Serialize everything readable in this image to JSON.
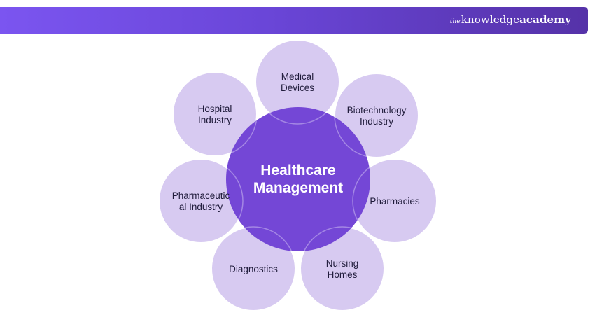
{
  "header": {
    "brand_prefix": "the",
    "brand_main": "knowledge",
    "brand_bold": "academy"
  },
  "diagram": {
    "center": {
      "line1": "Healthcare",
      "line2": "Management",
      "color": "#7447d6"
    },
    "petal_color": "#d7caf1",
    "petals": [
      {
        "id": "medical-devices",
        "lines": [
          "Medical",
          "Devices"
        ]
      },
      {
        "id": "biotechnology-industry",
        "lines": [
          "Biotechnology",
          "Industry"
        ]
      },
      {
        "id": "pharmacies",
        "lines": [
          "Pharmacies"
        ]
      },
      {
        "id": "nursing-homes",
        "lines": [
          "Nursing",
          "Homes"
        ]
      },
      {
        "id": "diagnostics",
        "lines": [
          "Diagnostics"
        ]
      },
      {
        "id": "pharmaceutical-industry",
        "lines": [
          "Pharmaceutic",
          "al Industry"
        ]
      },
      {
        "id": "hospital-industry",
        "lines": [
          "Hospital",
          "Industry"
        ]
      }
    ]
  }
}
